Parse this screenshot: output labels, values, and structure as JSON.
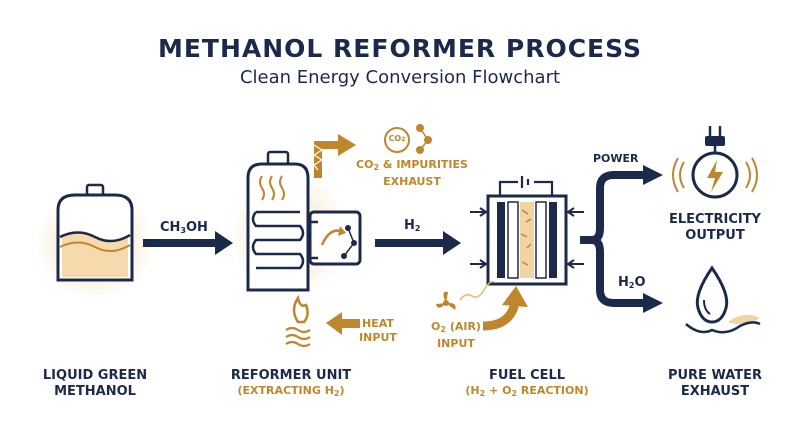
{
  "title": "METHANOL REFORMER PROCESS",
  "subtitle": "Clean Energy Conversion Flowchart",
  "stages": [
    {
      "line1": "LIQUID GREEN",
      "line2": "METHANOL"
    },
    {
      "line1": "REFORMER UNIT",
      "line2_pre": "(EXTRACTING H",
      "line2_sub": "2",
      "line2_post": ")"
    },
    {
      "line1": "FUEL CELL",
      "line2_pre": "(H",
      "line2_sub1": "2",
      "line2_mid": " + O",
      "line2_sub2": "2",
      "line2_post": " REACTION)"
    },
    {
      "line1": "ELECTRICITY",
      "line2": "OUTPUT"
    },
    {
      "line1": "PURE WATER",
      "line2": "EXHAUST"
    }
  ],
  "flows": {
    "methanol": {
      "pre": "CH",
      "sub": "3",
      "post": "OH"
    },
    "hydrogen": {
      "pre": "H",
      "sub": "2"
    },
    "power": "POWER",
    "water": {
      "pre": "H",
      "sub": "2",
      "post": "O"
    }
  },
  "side_inputs": {
    "exhaust": {
      "pre": "CO",
      "sub": "2",
      "post": " & IMPURITIES",
      "line2": "EXHAUST"
    },
    "co2_badge": {
      "pre": "CO",
      "sub": "2"
    },
    "heat": {
      "line1": "HEAT",
      "line2": "INPUT"
    },
    "air": {
      "pre": "O",
      "sub": "2",
      "post": " (AIR)",
      "line2": "INPUT"
    }
  },
  "colors": {
    "navy": "#1b2a4a",
    "gold": "#c0862c",
    "glow": "#f6d9a8"
  }
}
